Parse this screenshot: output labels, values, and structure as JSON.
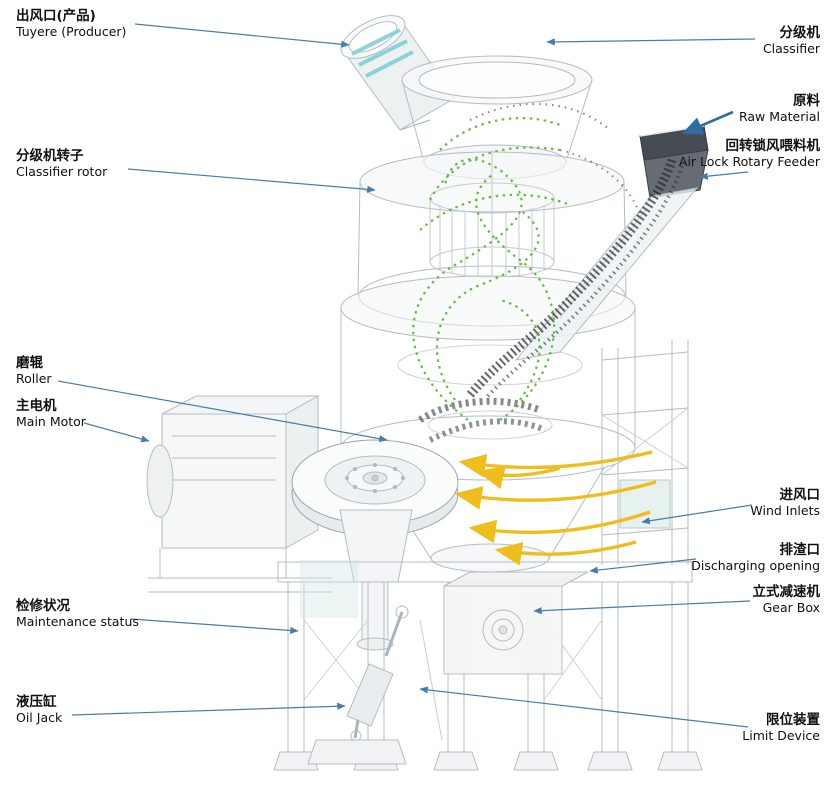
{
  "diagram": {
    "title": "Vertical roller mill labeled diagram",
    "labels": {
      "tuyere": {
        "zh": "出风口(产品)",
        "en": "Tuyere (Producer)"
      },
      "classifier": {
        "zh": "分级机",
        "en": "Classifier"
      },
      "raw_material": {
        "zh": "原料",
        "en": "Raw Material"
      },
      "air_lock_feeder": {
        "zh": "回转锁风喂料机",
        "en": "Air Lock Rotary Feeder"
      },
      "classifier_rotor": {
        "zh": "分级机转子",
        "en": "Classifier rotor"
      },
      "roller": {
        "zh": "磨辊",
        "en": "Roller"
      },
      "main_motor": {
        "zh": "主电机",
        "en": "Main Motor"
      },
      "wind_inlets": {
        "zh": "进风口",
        "en": "Wind Inlets"
      },
      "discharging": {
        "zh": "排渣口",
        "en": "Discharging opening"
      },
      "gear_box": {
        "zh": "立式减速机",
        "en": "Gear Box"
      },
      "maintenance": {
        "zh": "检修状况",
        "en": "Maintenance status"
      },
      "oil_jack": {
        "zh": "液压缸",
        "en": "Oil Jack"
      },
      "limit_device": {
        "zh": "限位装置",
        "en": "Limit Device"
      }
    },
    "colors": {
      "leader_line": "#4a7ca6",
      "machine_outline": "#b3bdc3",
      "particles_green": "#54b52e",
      "arrows_yellow": "#f0bd1e",
      "material_dark": "#23282c",
      "pipe_cyan": "#7fd0d6",
      "panel_teal": "#cfe7e3"
    }
  }
}
